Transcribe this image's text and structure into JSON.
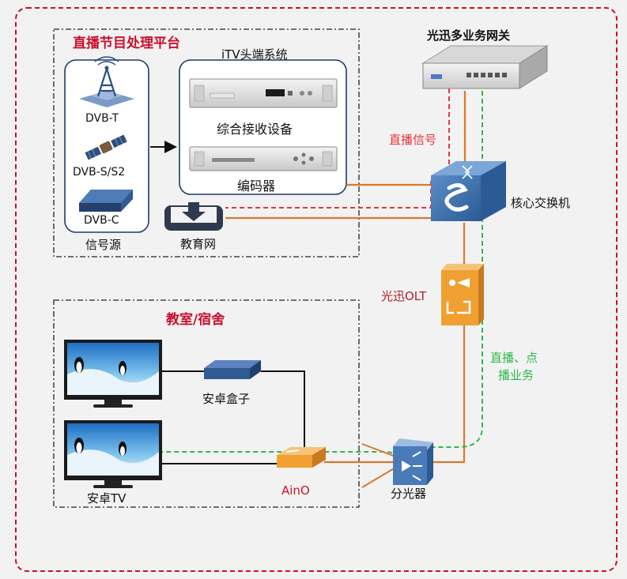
{
  "platform": {
    "title": "直播节目处理平台",
    "itv_system": "iTV头端系统",
    "receiver": "综合接收设备",
    "encoder": "编码器",
    "signal_source": "信号源",
    "dvbt": "DVB-T",
    "dvbs": "DVB-S/S2",
    "dvbc": "DVB-C",
    "edu_net": "教育网"
  },
  "classroom": {
    "title": "教室/宿舍",
    "android_box": "安卓盒子",
    "android_tv": "安卓TV",
    "aino": "AinO"
  },
  "network": {
    "gateway": "光迅多业务网关",
    "live_signal": "直播信号",
    "core_switch": "核心交换机",
    "olt": "光迅OLT",
    "service_line1": "直播、点",
    "service_line2": "播业务",
    "splitter": "分光器"
  },
  "colors": {
    "border_red": "#c8102e",
    "title_red": "#c8102e",
    "fiber_orange": "#d9782d",
    "live_red_dash": "#e8323c",
    "service_green": "#2eb84b",
    "olt_orange": "#f0a030",
    "switch_blue": "#3c6ea8"
  }
}
